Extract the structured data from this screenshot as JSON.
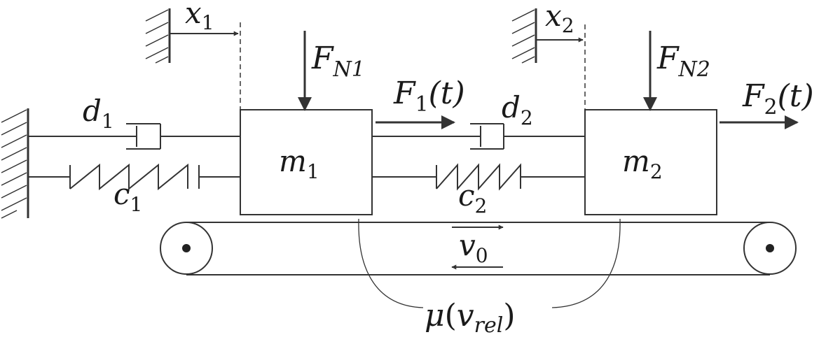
{
  "labels": {
    "x1": {
      "main": "x",
      "sub": "1"
    },
    "x2": {
      "main": "x",
      "sub": "2"
    },
    "fn1": {
      "main": "F",
      "sub": "N1"
    },
    "fn2": {
      "main": "F",
      "sub": "N2"
    },
    "f1": {
      "main": "F",
      "sub": "1",
      "arg": "(t)"
    },
    "f2": {
      "main": "F",
      "sub": "2",
      "arg": "(t)"
    },
    "d1": {
      "main": "d",
      "sub": "1"
    },
    "d2": {
      "main": "d",
      "sub": "2"
    },
    "c1": {
      "main": "c",
      "sub": "1"
    },
    "c2": {
      "main": "c",
      "sub": "2"
    },
    "m1": {
      "main": "m",
      "sub": "1"
    },
    "m2": {
      "main": "m",
      "sub": "2"
    },
    "v0": {
      "main": "v",
      "sub": "0"
    },
    "mu": {
      "main": "μ",
      "open": "(",
      "var": "v",
      "sub": "rel",
      "close": ")"
    }
  }
}
